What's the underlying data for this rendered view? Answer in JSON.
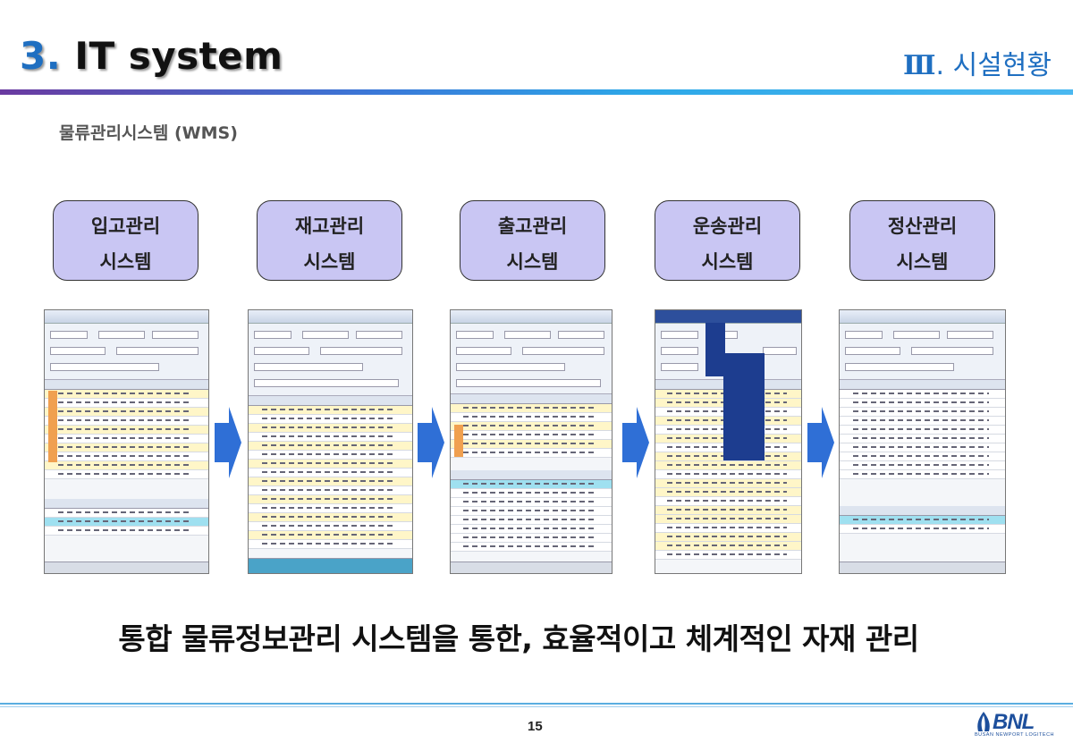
{
  "header": {
    "title_number": "3.",
    "title_text": "IT system",
    "section_roman": "Ⅲ",
    "section_text": ". 시설현황"
  },
  "subtitle": "물류관리시스템 (WMS)",
  "systems": [
    {
      "line1": "입고관리",
      "line2": "시스템"
    },
    {
      "line1": "재고관리",
      "line2": "시스템"
    },
    {
      "line1": "출고관리",
      "line2": "시스템"
    },
    {
      "line1": "운송관리",
      "line2": "시스템"
    },
    {
      "line1": "정산관리",
      "line2": "시스템"
    }
  ],
  "slogan": "통합 물류정보관리 시스템을 통한, 효율적이고 체계적인 자재 관리",
  "footer": {
    "page_number": "15",
    "logo_text": "BNL",
    "logo_sub": "BUSAN NEWPORT LOGITECH"
  },
  "colors": {
    "accent": "#1f6fc1",
    "box_fill": "#c9c6f3",
    "arrow": "#2f6fd6"
  }
}
